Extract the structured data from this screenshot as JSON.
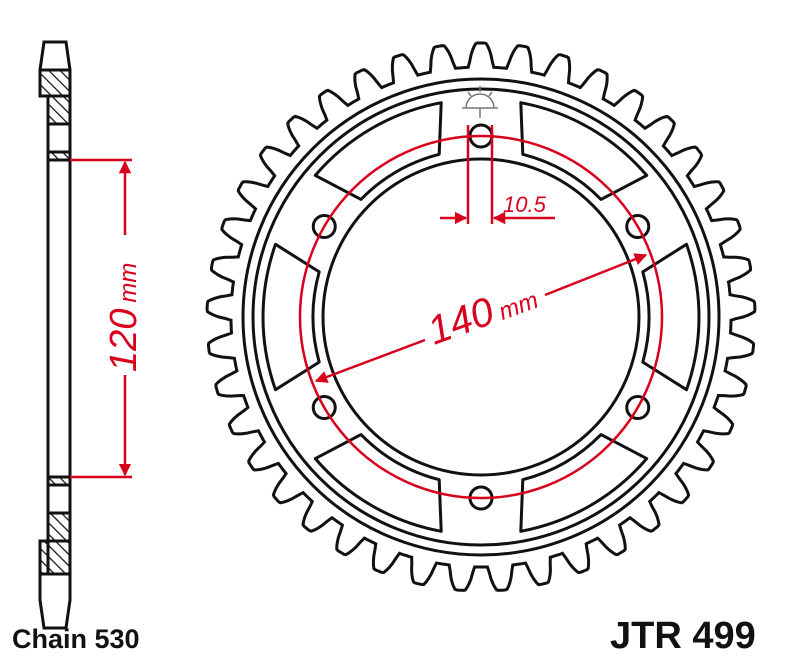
{
  "labels": {
    "chain": "Chain 530",
    "part_number": "JTR 499"
  },
  "dimensions": {
    "offset_value": "120",
    "offset_unit": "mm",
    "bolt_circle_value": "140",
    "bolt_circle_unit": "mm",
    "bolt_hole": "10.5"
  },
  "colors": {
    "outline": "#111111",
    "dimension": "#d8001c"
  }
}
